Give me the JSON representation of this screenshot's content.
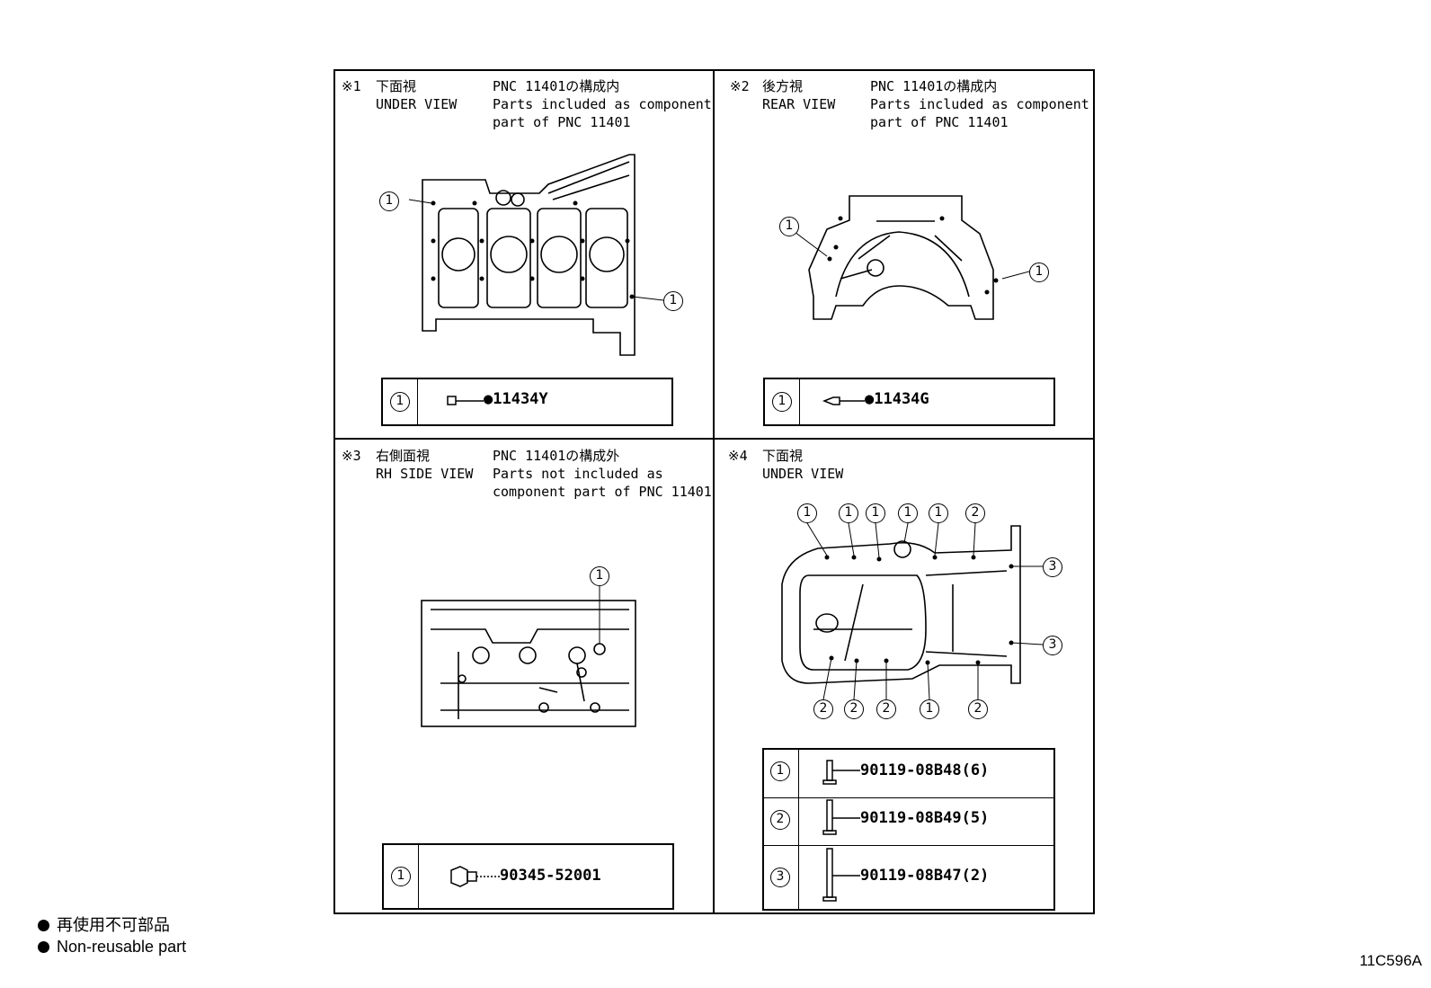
{
  "panels": [
    {
      "mark": "※1",
      "view_jp": "下面視",
      "view_en": "UNDER VIEW",
      "pnc_jp": "PNC 11401の構成内",
      "pnc_en_1": "Parts included as component",
      "pnc_en_2": "part of PNC 11401",
      "parts": [
        {
          "ref": "1",
          "code": "●11434Y"
        }
      ]
    },
    {
      "mark": "※2",
      "view_jp": "後方視",
      "view_en": "REAR VIEW",
      "pnc_jp": "PNC 11401の構成内",
      "pnc_en_1": "Parts included as component",
      "pnc_en_2": "part of PNC 11401",
      "parts": [
        {
          "ref": "1",
          "code": "●11434G"
        }
      ]
    },
    {
      "mark": "※3",
      "view_jp": "右側面視",
      "view_en": "RH SIDE VIEW",
      "pnc_jp": "PNC 11401の構成外",
      "pnc_en_1": "Parts not included as",
      "pnc_en_2": "component part of PNC 11401",
      "parts": [
        {
          "ref": "1",
          "code": "90345-52001"
        }
      ]
    },
    {
      "mark": "※4",
      "view_jp": "下面視",
      "view_en": "UNDER VIEW",
      "parts": [
        {
          "ref": "1",
          "code": "90119-08B48(6)"
        },
        {
          "ref": "2",
          "code": "90119-08B49(5)"
        },
        {
          "ref": "3",
          "code": "90119-08B47(2)"
        }
      ]
    }
  ],
  "callouts": {
    "c1": "1",
    "c2": "2",
    "c3": "3"
  },
  "legend": {
    "jp": "再使用不可部品",
    "en": "Non-reusable part"
  },
  "figure_id": "11C596A"
}
